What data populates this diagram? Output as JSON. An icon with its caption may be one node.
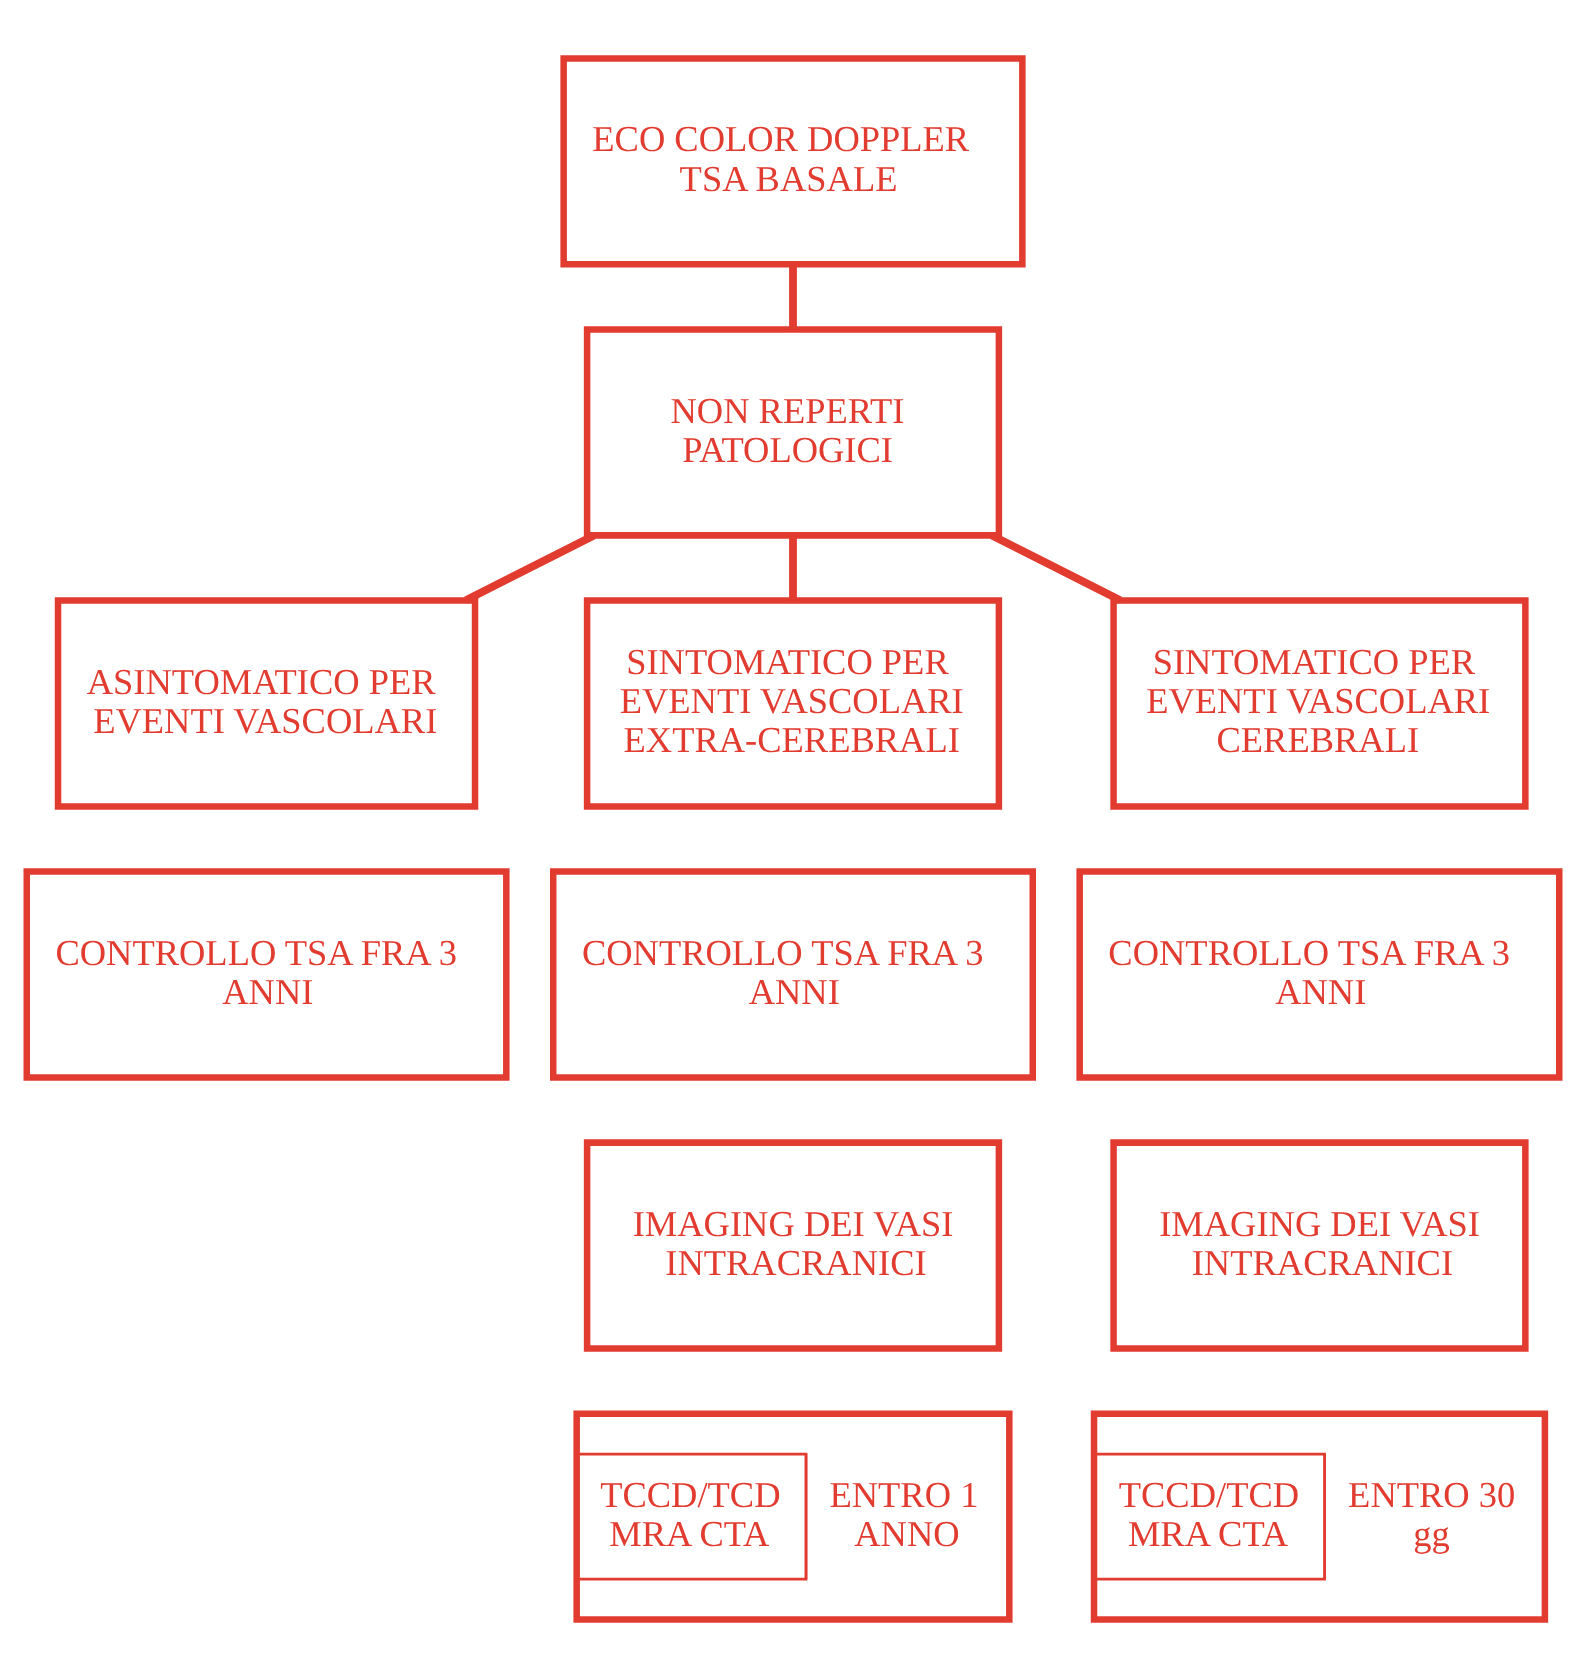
{
  "diagram": {
    "nodes": [
      {
        "text": [
          "ECO COLOR DOPPLER TSA BASALE"
        ]
      },
      {
        "text": [
          "NON REPERTI PATOLOGICI"
        ]
      },
      {
        "text": [
          "ASINTOMATICO PER EVENTI VASCOLARI"
        ]
      },
      {
        "text": [
          "SINTOMATICO PER EVENTI VASCOLARI EXTRA-CEREBRALI"
        ]
      },
      {
        "text": [
          "SINTOMATICO PER EVENTI VASCOLARI CEREBRALI"
        ]
      },
      {
        "text": [
          "CONTROLLO TSA FRA 3 ANNI"
        ]
      },
      {
        "text": [
          "CONTROLLO TSA FRA 3 ANNI"
        ]
      },
      {
        "text": [
          "CONTROLLO TSA FRA 3 ANNI"
        ]
      },
      {
        "text": [
          "IMAGING DEI VASI INTRACRANICI"
        ]
      },
      {
        "text": [
          "IMAGING DEI VASI INTRACRANICI"
        ]
      },
      {
        "text": [
          "TCCD/TCD MRA CTA",
          "ENTRO 1 ANNO"
        ]
      },
      {
        "text": [
          "TCCD/TCD MRA CTA",
          "ENTRO 30 gg"
        ]
      }
    ],
    "edges": [
      {
        "from": 0,
        "to": 1,
        "arrow": "none"
      },
      {
        "from": 1,
        "to": 2,
        "arrow": "none"
      },
      {
        "from": 1,
        "to": 3,
        "arrow": "none"
      },
      {
        "from": 1,
        "to": 4,
        "arrow": "none"
      }
    ]
  }
}
